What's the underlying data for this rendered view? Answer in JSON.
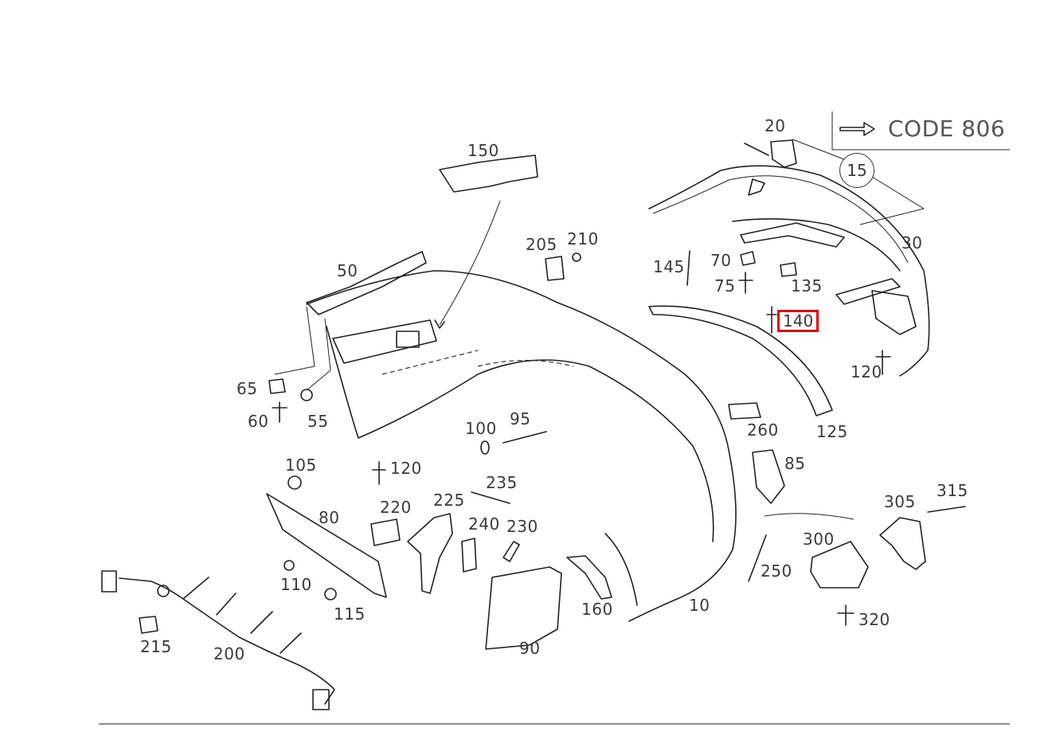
{
  "code_box": {
    "label": "CODE 806"
  },
  "assembly_circle": {
    "label": "15"
  },
  "selected_callout": {
    "label": "140",
    "highlight_color": "#e00000"
  },
  "callouts": [
    "20",
    "150",
    "205",
    "210",
    "145",
    "70",
    "75",
    "135",
    "30",
    "50",
    "65",
    "60",
    "55",
    "120",
    "125",
    "260",
    "100",
    "95",
    "85",
    "105",
    "120",
    "235",
    "80",
    "220",
    "225",
    "240",
    "230",
    "305",
    "315",
    "300",
    "110",
    "115",
    "250",
    "215",
    "200",
    "160",
    "10",
    "90",
    "320"
  ]
}
